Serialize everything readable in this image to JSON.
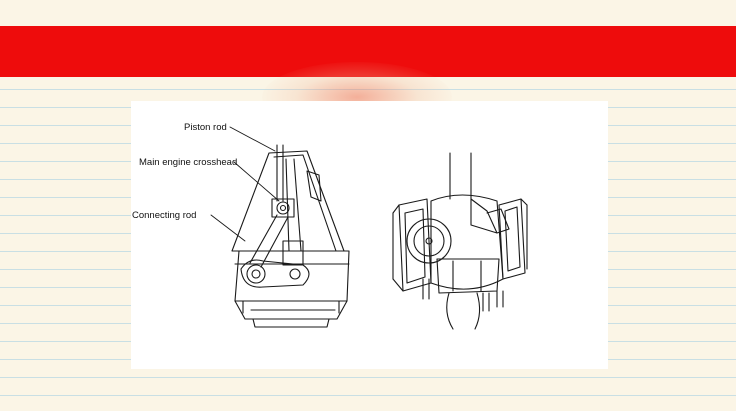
{
  "slide": {
    "band_color": "#ee0c0c",
    "paper_color": "#fbf5e6",
    "rule_color": "#c9dfe4"
  },
  "diagram": {
    "labels": {
      "piston_rod": "Piston rod",
      "crosshead": "Main engine crosshead",
      "connecting_rod": "Connecting rod"
    }
  }
}
